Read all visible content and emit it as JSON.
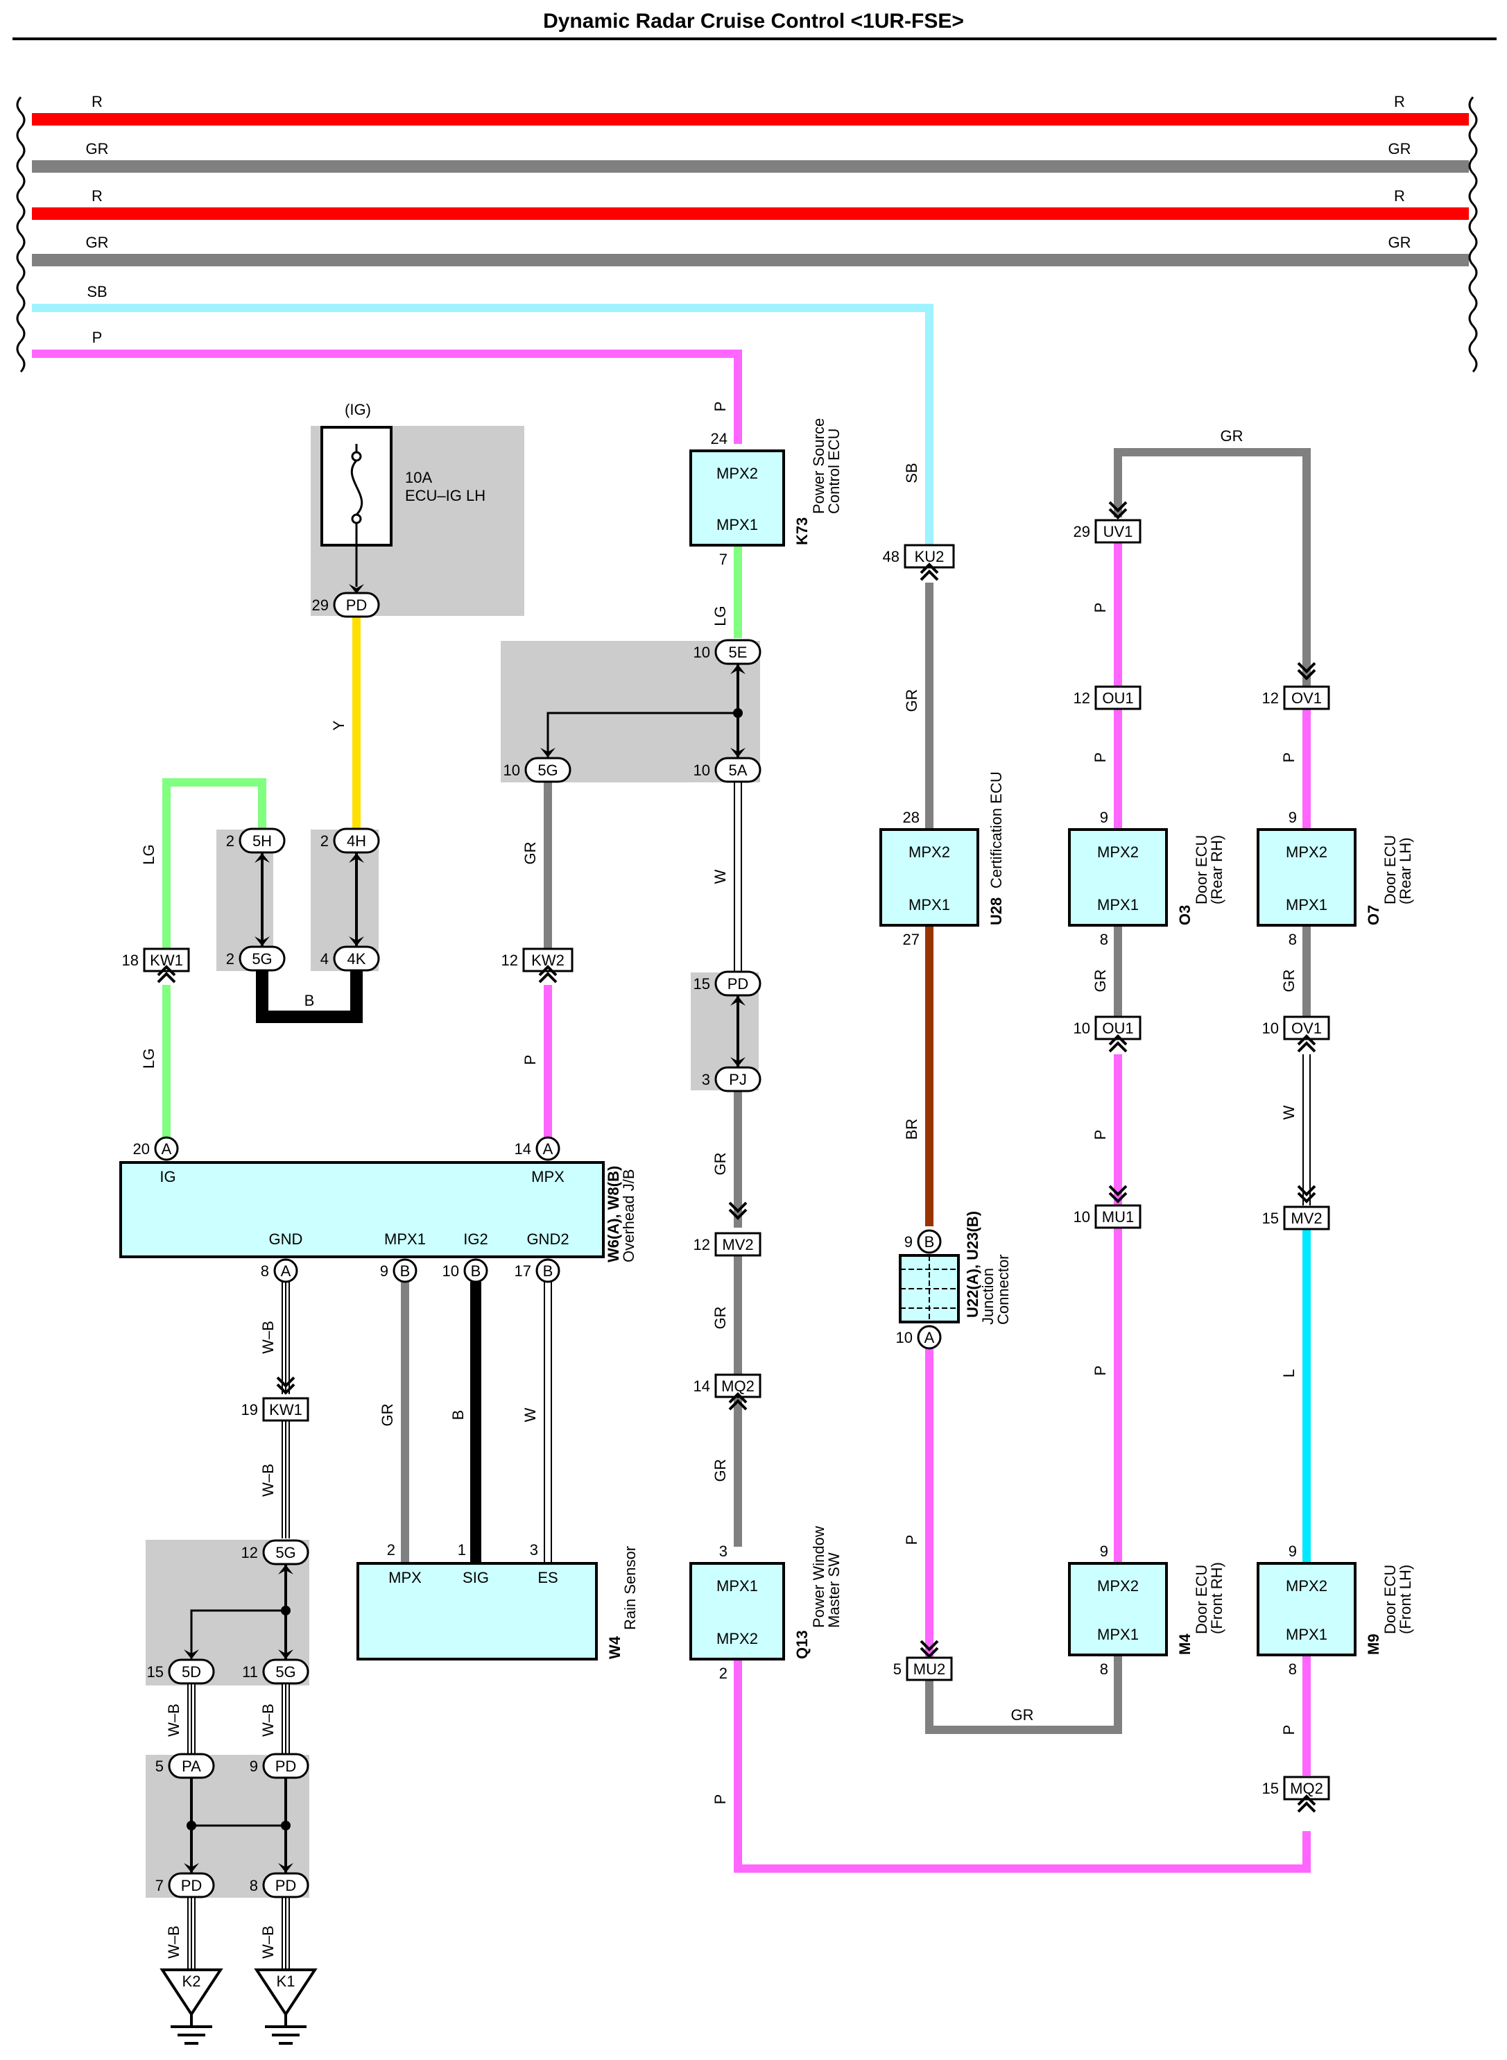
{
  "title": "Dynamic Radar Cruise Control <1UR-FSE>",
  "colors": {
    "R": "#ff0000",
    "GR": "#808080",
    "SB": "#9ff2ff",
    "P": "#ff66ff",
    "LG": "#80ff80",
    "Y": "#ffe000",
    "B": "#000000",
    "W": "#ffffff",
    "BR": "#993300",
    "L": "#00e8ff",
    "component_fill": "#ccffff",
    "jb_shade": "#cccccc"
  },
  "bus_lines": [
    "R",
    "GR",
    "R",
    "GR",
    "SB",
    "P"
  ],
  "wire_labels": {
    "p_k73": "P",
    "lg_k73": "LG",
    "sb": "SB",
    "gr_ku2": "GR",
    "br": "BR",
    "p_u22": "P",
    "gr_mu2": "GR",
    "gr_top": "GR",
    "p_uv1": "P",
    "p_ou1": "P",
    "gr_o3": "GR",
    "p_ou1b": "P",
    "p_mu1": "P",
    "p_ov1": "P",
    "gr_o7": "GR",
    "w_ov1": "W",
    "l_mv2": "L",
    "p_mq2r": "P",
    "w_5a": "W",
    "gr_pj": "GR",
    "gr_mv2": "GR",
    "gr_mq2": "GR",
    "p_q13": "P",
    "y": "Y",
    "lg_left": "LG",
    "lg_kw1": "LG",
    "b_short": "B",
    "gr_5g": "GR",
    "p_kw2": "P",
    "wb1": "W–B",
    "wb2": "W–B",
    "wb3": "W–B",
    "wb4": "W–B",
    "wb5": "W–B",
    "wb6": "W–B",
    "gr_rs": "GR",
    "b_rs": "B",
    "w_rs": "W"
  },
  "fuse": {
    "header": "(IG)",
    "rating": "10A",
    "name": "ECU–IG LH"
  },
  "components": {
    "k73": {
      "code": "K73",
      "name": "Power Source Control ECU",
      "top": "MPX2",
      "bottom": "MPX1",
      "pin_top": "24",
      "pin_bottom": "7"
    },
    "u28": {
      "code": "U28",
      "name": "Certification ECU",
      "top": "MPX2",
      "bottom": "MPX1",
      "pin_top": "28",
      "pin_bottom": "27"
    },
    "o3": {
      "code": "O3",
      "name": "Door ECU (Rear RH)",
      "top": "MPX2",
      "bottom": "MPX1",
      "pin_top": "9",
      "pin_bottom": "8"
    },
    "o7": {
      "code": "O7",
      "name": "Door ECU (Rear LH)",
      "top": "MPX2",
      "bottom": "MPX1",
      "pin_top": "9",
      "pin_bottom": "8"
    },
    "q13": {
      "code": "Q13",
      "name": "Power Window Master SW",
      "top": "MPX1",
      "bottom": "MPX2",
      "pin_top": "3",
      "pin_bottom": "2"
    },
    "m4": {
      "code": "M4",
      "name": "Door ECU (Front RH)",
      "top": "MPX2",
      "bottom": "MPX1",
      "pin_top": "9",
      "pin_bottom": "8"
    },
    "m9": {
      "code": "M9",
      "name": "Door ECU (Front LH)",
      "top": "MPX2",
      "bottom": "MPX1",
      "pin_top": "9",
      "pin_bottom": "8"
    },
    "w4": {
      "code": "W4",
      "name": "Rain Sensor",
      "pins": [
        "MPX",
        "SIG",
        "ES"
      ],
      "pin_nums": [
        "2",
        "1",
        "3"
      ]
    },
    "jb": {
      "code": "W6(A), W8(B)",
      "name": "Overhead J/B",
      "top_pins": [
        {
          "label": "IG",
          "num": "20",
          "conn": "A"
        },
        {
          "label": "MPX",
          "num": "14",
          "conn": "A"
        }
      ],
      "bottom_pins": [
        {
          "label": "GND",
          "num": "8",
          "conn": "A"
        },
        {
          "label": "MPX1",
          "num": "9",
          "conn": "B"
        },
        {
          "label": "IG2",
          "num": "10",
          "conn": "B"
        },
        {
          "label": "GND2",
          "num": "17",
          "conn": "B"
        }
      ]
    },
    "u22": {
      "code": "U22(A), U23(B)",
      "name": "Junction Connector",
      "pin_top": "9",
      "conn_top": "B",
      "pin_bottom": "10",
      "conn_bottom": "A"
    }
  },
  "connectors": {
    "ku2": {
      "name": "KU2",
      "pin": "48"
    },
    "uv1": {
      "name": "UV1",
      "pin": "29"
    },
    "ou1a": {
      "name": "OU1",
      "pin": "12"
    },
    "ov1a": {
      "name": "OV1",
      "pin": "12"
    },
    "ou1b": {
      "name": "OU1",
      "pin": "10"
    },
    "ov1b": {
      "name": "OV1",
      "pin": "10"
    },
    "mu1": {
      "name": "MU1",
      "pin": "10"
    },
    "mv2r": {
      "name": "MV2",
      "pin": "15"
    },
    "mu2": {
      "name": "MU2",
      "pin": "5"
    },
    "mq2r": {
      "name": "MQ2",
      "pin": "15"
    },
    "mv2": {
      "name": "MV2",
      "pin": "12"
    },
    "mq2": {
      "name": "MQ2",
      "pin": "14"
    },
    "kw1a": {
      "name": "KW1",
      "pin": "18"
    },
    "kw2": {
      "name": "KW2",
      "pin": "12"
    },
    "kw1b": {
      "name": "KW1",
      "pin": "19"
    }
  },
  "jb_pins": {
    "pd29": {
      "name": "PD",
      "pin": "29"
    },
    "e5": {
      "name": "5E",
      "pin": "10"
    },
    "g5top": {
      "name": "5G",
      "pin": "10"
    },
    "a5": {
      "name": "5A",
      "pin": "10"
    },
    "h5": {
      "name": "5H",
      "pin": "2"
    },
    "h4": {
      "name": "4H",
      "pin": "2"
    },
    "g5mid": {
      "name": "5G",
      "pin": "2"
    },
    "k4": {
      "name": "4K",
      "pin": "4"
    },
    "pd15": {
      "name": "PD",
      "pin": "15"
    },
    "pj3": {
      "name": "PJ",
      "pin": "3"
    },
    "g5c": {
      "name": "5G",
      "pin": "12"
    },
    "d5": {
      "name": "5D",
      "pin": "15"
    },
    "g5d": {
      "name": "5G",
      "pin": "11"
    },
    "pa5": {
      "name": "PA",
      "pin": "5"
    },
    "pd9": {
      "name": "PD",
      "pin": "9"
    },
    "pd7": {
      "name": "PD",
      "pin": "7"
    },
    "pd8": {
      "name": "PD",
      "pin": "8"
    }
  },
  "grounds": [
    "K2",
    "K1"
  ]
}
